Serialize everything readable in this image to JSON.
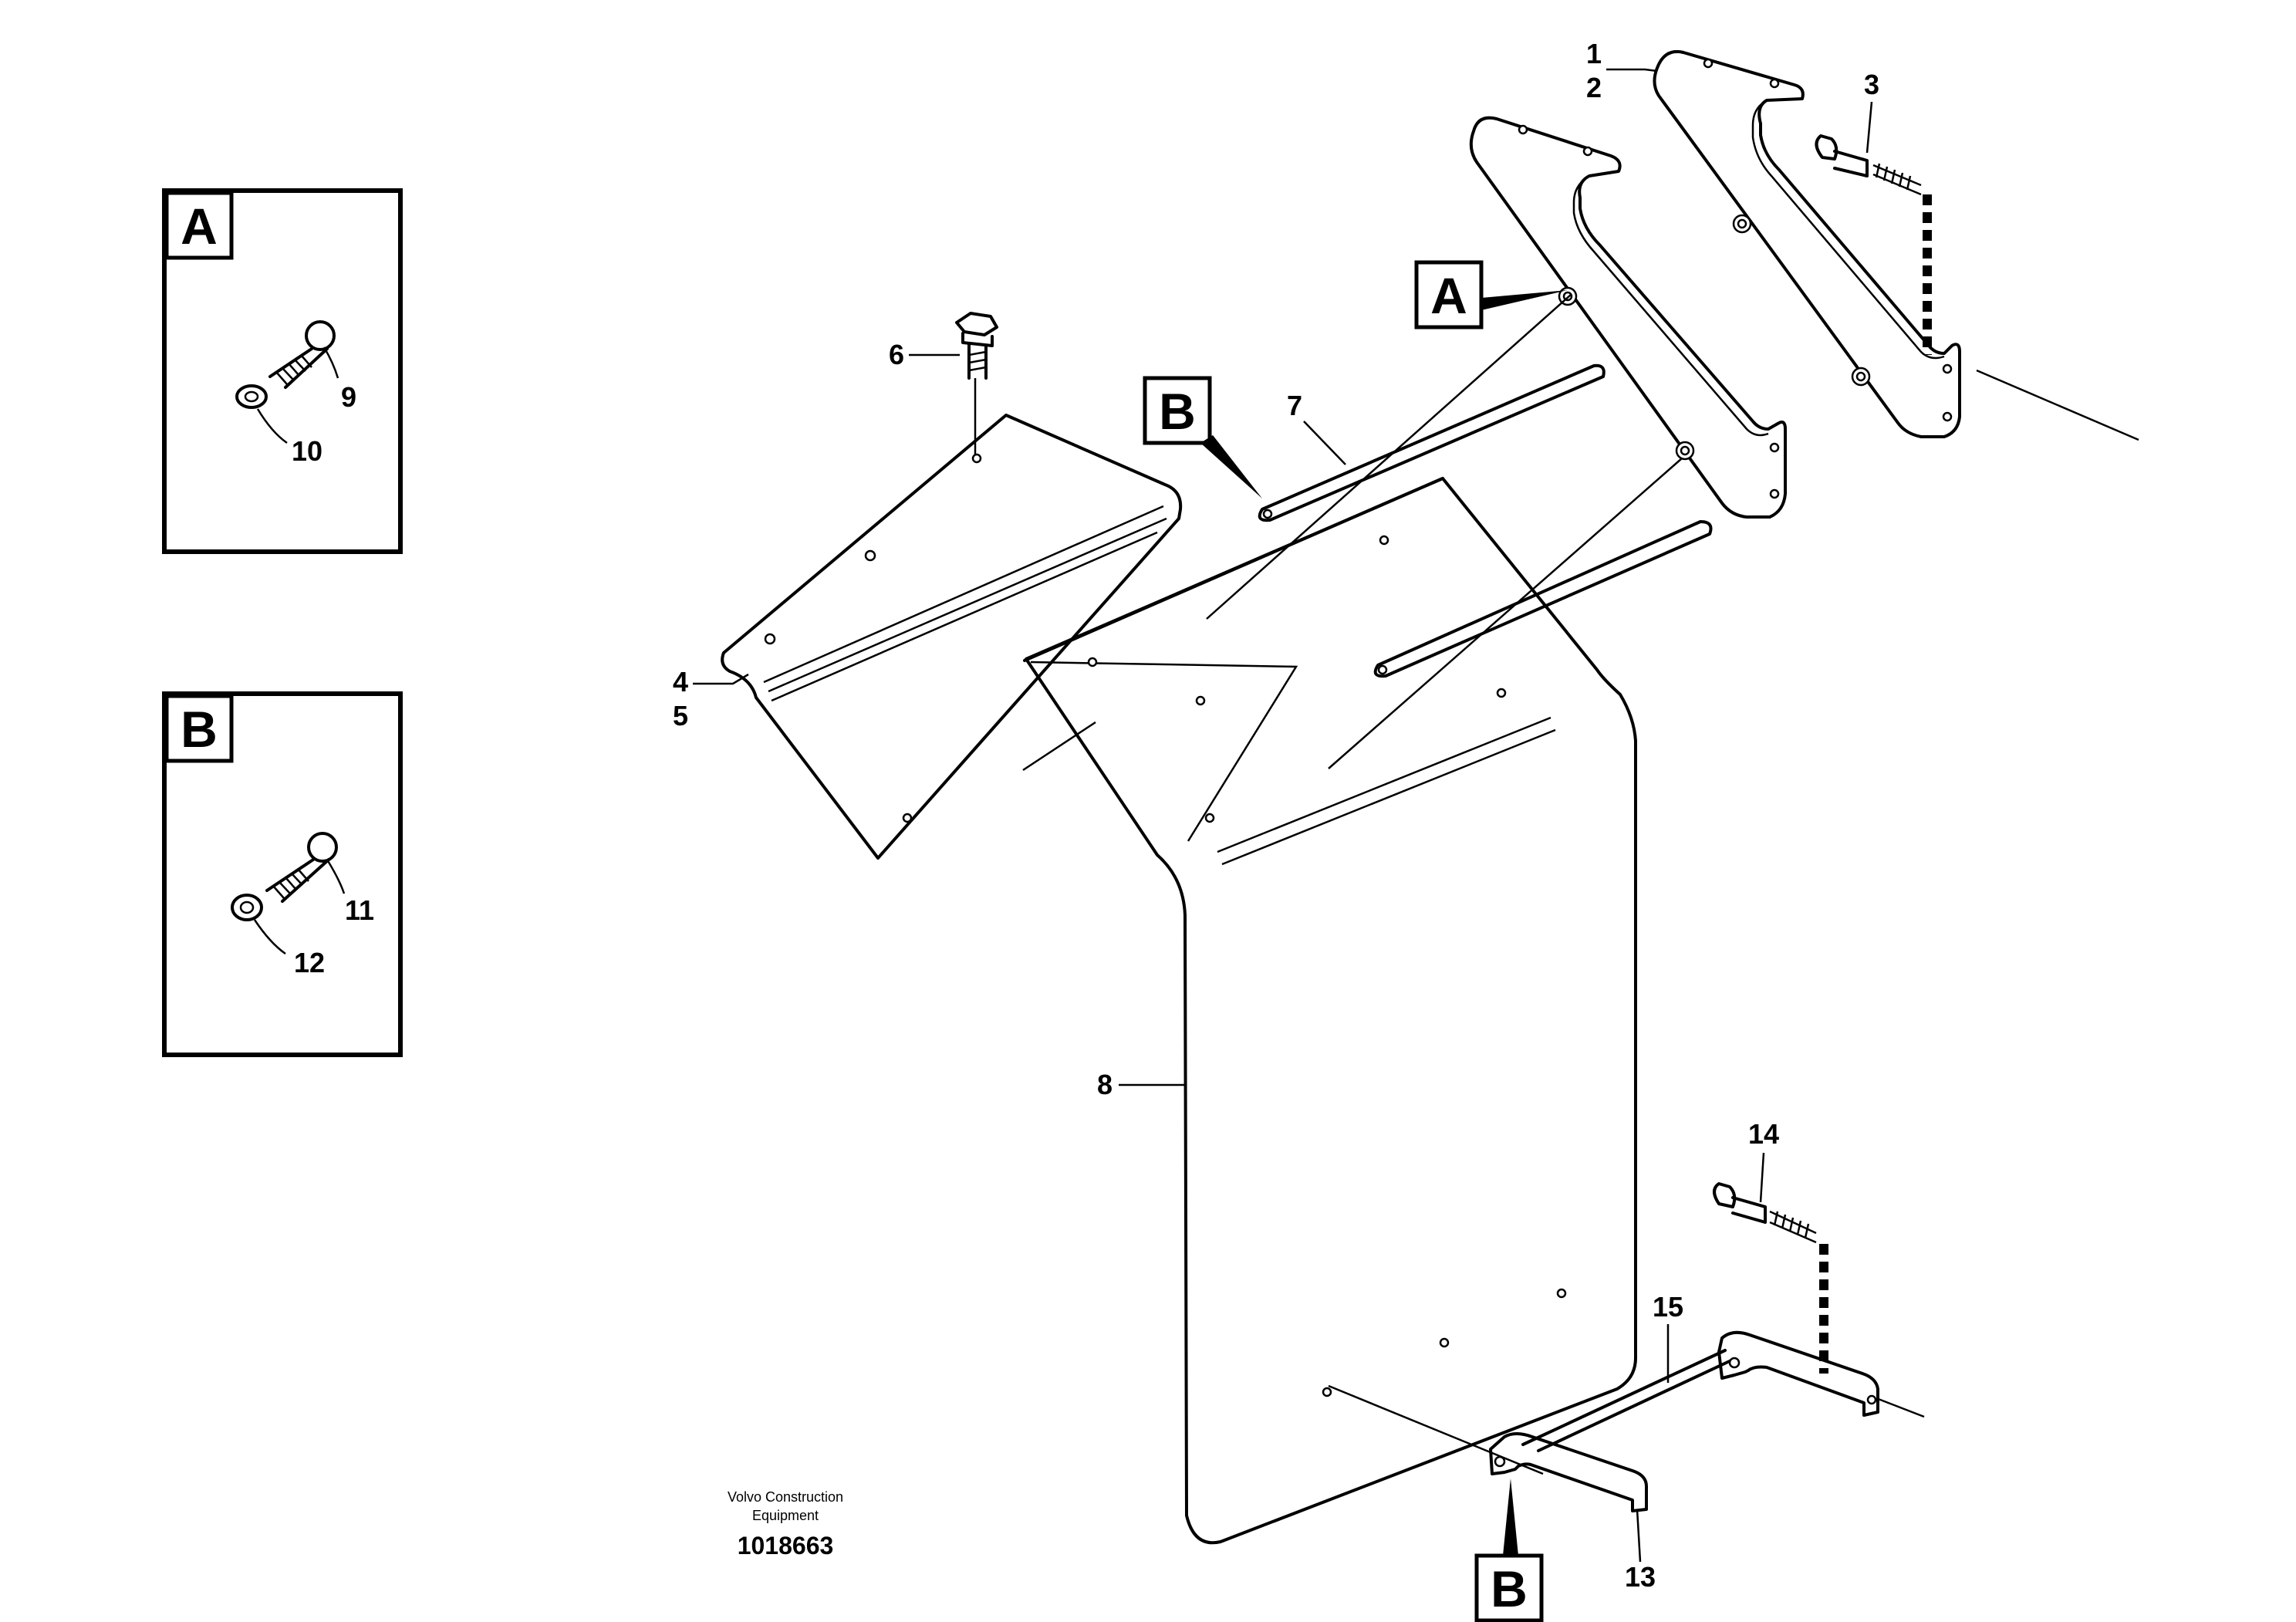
{
  "inset_a": {
    "letter": "A",
    "parts": [
      "9",
      "10"
    ]
  },
  "inset_b": {
    "letter": "B",
    "parts": [
      "11",
      "12"
    ]
  },
  "callouts": {
    "a_upper": "A",
    "b_upper": "B",
    "b_lower": "B"
  },
  "labels": {
    "p1": "1",
    "p2": "2",
    "p3": "3",
    "p4": "4",
    "p5": "5",
    "p6": "6",
    "p7": "7",
    "p8": "8",
    "p13": "13",
    "p14": "14",
    "p15": "15"
  },
  "credit": {
    "line1": "Volvo Construction",
    "line2": "Equipment",
    "number": "1018663"
  }
}
